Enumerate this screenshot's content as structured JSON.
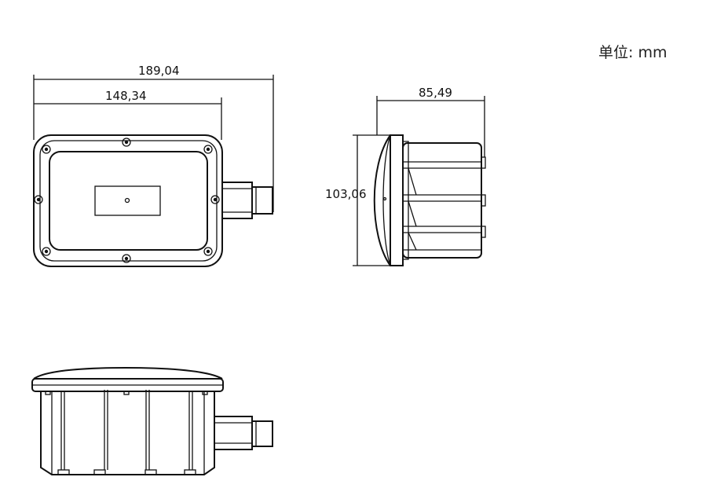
{
  "unit": {
    "label": "单位",
    "sep": ":",
    "value": "mm"
  },
  "dimensions": {
    "overall_width": "189,04",
    "housing_width": "148,34",
    "depth": "85,49",
    "height": "103,06"
  },
  "colors": {
    "line": "#111111",
    "background": "#ffffff"
  }
}
